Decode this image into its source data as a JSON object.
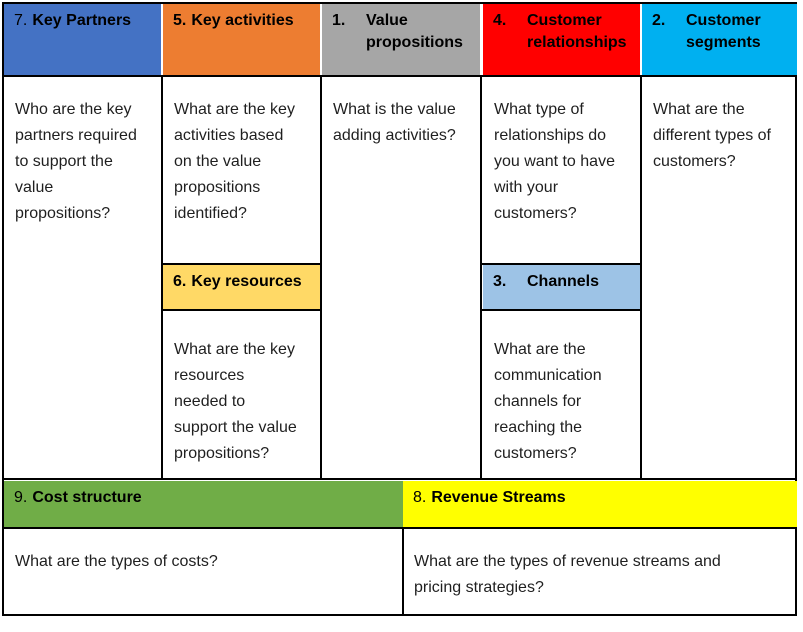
{
  "blocks": {
    "key_partners": {
      "number": "7.",
      "title": "Key Partners",
      "header_color": "#4472C4",
      "question": "Who are the key\npartners required\nto support the\nvalue\npropositions?"
    },
    "key_activities": {
      "number": "5.",
      "title": "Key activities",
      "header_color": "#ED7D31",
      "question": "What are the key\nactivities based\non the value\npropositions\nidentified?"
    },
    "value_propositions": {
      "number": "1.",
      "title": "Value\npropositions",
      "header_color": "#A6A6A6",
      "question": "What is the value\nadding activities?"
    },
    "customer_relationships": {
      "number": "4.",
      "title": "Customer\nrelationships",
      "header_color": "#FF0000",
      "question": "What type of\nrelationships do\nyou want to have\nwith your\ncustomers?"
    },
    "customer_segments": {
      "number": "2.",
      "title": "Customer\nsegments",
      "header_color": "#00B0F0",
      "question": "What are the\ndifferent types of\ncustomers?"
    },
    "key_resources": {
      "number": "6.",
      "title": "Key resources",
      "header_color": "#FFD966",
      "question": "What are the key\nresources\nneeded to\nsupport the value\npropositions?"
    },
    "channels": {
      "number": "3.",
      "title": "Channels",
      "header_color": "#9DC3E6",
      "question": "What are the\ncommunication\nchannels for\nreaching the\ncustomers?"
    },
    "cost_structure": {
      "number": "9.",
      "title": "Cost structure",
      "header_color": "#70AD47",
      "question": "What are the types of costs?"
    },
    "revenue_streams": {
      "number": "8.",
      "title": "Revenue Streams",
      "header_color": "#FFFF00",
      "question": "What are the types of revenue streams and\npricing strategies?"
    },
    "border_color": "#000000"
  }
}
